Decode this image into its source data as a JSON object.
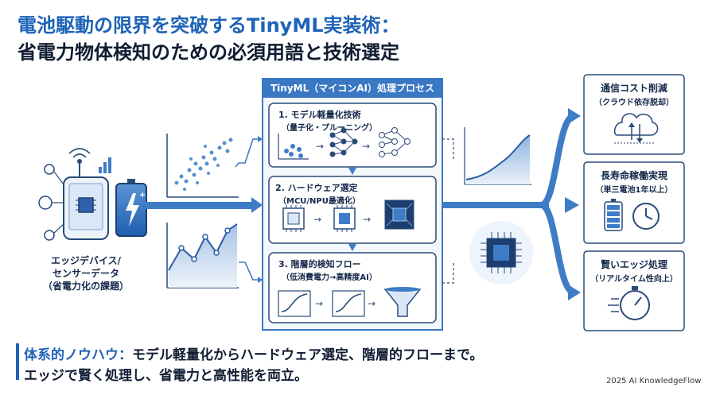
{
  "title": {
    "line1": "電池駆動の限界を突破するTinyML実装術：",
    "line2": "省電力物体検知のための必須用語と技術選定"
  },
  "device": {
    "label_line1": "エッジデバイス/",
    "label_line2": "センサーデータ",
    "label_line3": "（省電力化の課題）"
  },
  "process": {
    "title": "TinyML（マイコンAI）処理プロセス",
    "steps": [
      {
        "title": "1. モデル軽量化技術",
        "subtitle": "（量子化・プルーニング）"
      },
      {
        "title": "2. ハードウェア選定",
        "subtitle": "（MCU/NPU最適化）"
      },
      {
        "title": "3. 階層的検知フロー",
        "subtitle": "（低消費電力→高精度AI）"
      }
    ]
  },
  "results": [
    {
      "title": "通信コスト削減",
      "subtitle": "（クラウド依存脱却）"
    },
    {
      "title": "長寿命稼働実現",
      "subtitle": "（単三電池1年以上）"
    },
    {
      "title": "賢いエッジ処理",
      "subtitle": "（リアルタイム性向上）"
    }
  ],
  "footer": {
    "highlight": "体系的ノウハウ：",
    "line1_rest": "モデル軽量化からハードウェア選定、階層的フローまで。",
    "line2": "エッジで賢く処理し、省電力と高性能を両立。"
  },
  "credit": "2025 AI KnowledgeFlow",
  "colors": {
    "accent": "#1e63b8",
    "panel_header": "#3a78c4",
    "arrow": "#3f7cc6",
    "light_fill": "#e6eff9"
  }
}
